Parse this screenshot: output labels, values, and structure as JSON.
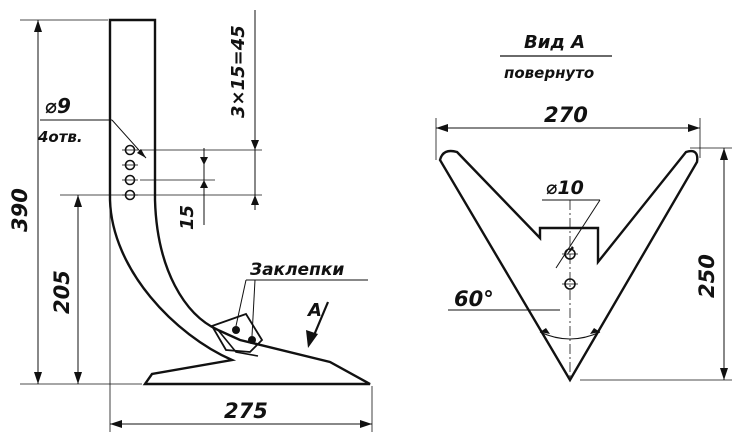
{
  "side_view": {
    "dimensions": {
      "total_height": "390",
      "lower_height": "205",
      "base_width": "275",
      "hole_spacing": "3×15=45",
      "hole_step": "15"
    },
    "hole_diameter": "⌀9",
    "hole_count": "4отв.",
    "rivets_label": "Заклепки",
    "view_arrow": "А"
  },
  "view_a": {
    "title": "Вид А",
    "subtitle": "повернуто",
    "dimensions": {
      "width": "270",
      "height": "250",
      "angle": "60°",
      "hole_diameter": "⌀10"
    }
  }
}
